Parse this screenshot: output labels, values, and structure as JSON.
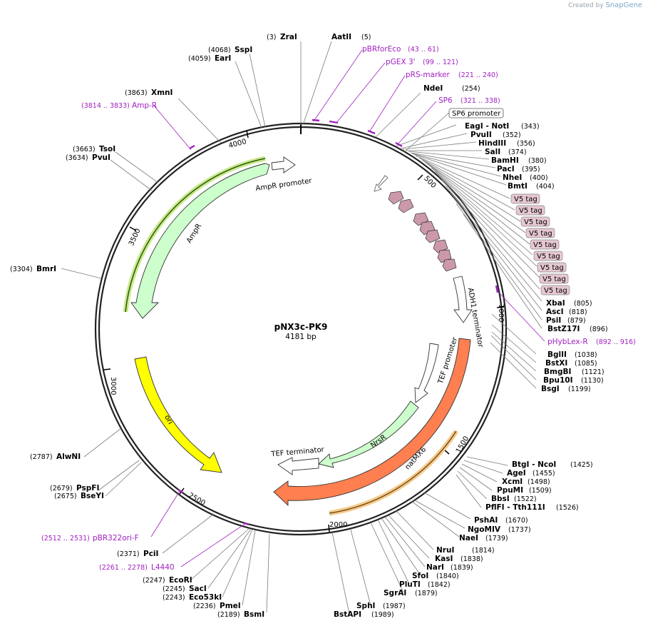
{
  "watermark": {
    "prefix": "Created by",
    "brand": "SnapGene"
  },
  "plasmid": {
    "name": "pNX3c-PK9",
    "length": 4181,
    "length_label": "4181 bp"
  },
  "ticks": [
    "500",
    "1000",
    "1500",
    "2000",
    "2500",
    "3000",
    "3500",
    "4000"
  ],
  "features": [
    {
      "id": "ampr",
      "label": "AmpR",
      "color": "#ccffcc"
    },
    {
      "id": "ampr-promoter",
      "label": "AmpR promoter",
      "color": "#ffffff"
    },
    {
      "id": "ori",
      "label": "ori",
      "color": "#ffff00"
    },
    {
      "id": "natmx6",
      "label": "natMX6",
      "color": "#ff7f50"
    },
    {
      "id": "nrsr",
      "label": "NrsR",
      "color": "#ccffcc"
    },
    {
      "id": "tef-promoter",
      "label": "TEF promoter",
      "color": "#ffffff"
    },
    {
      "id": "tef-terminator",
      "label": "TEF terminator",
      "color": "#ffffff"
    },
    {
      "id": "adh1-terminator",
      "label": "ADH1 terminator",
      "color": "#ffffff"
    },
    {
      "id": "v5-tags",
      "label": "V5 tag",
      "color": "#cc99aa"
    }
  ],
  "enzymes_right": [
    {
      "name": "NdeI",
      "pos": "(254)"
    },
    {
      "name": "EagI  - NotI",
      "pos": "(343)"
    },
    {
      "name": "PvuII",
      "pos": "(352)"
    },
    {
      "name": "HindIII",
      "pos": "(356)"
    },
    {
      "name": "SalI",
      "pos": "(374)"
    },
    {
      "name": "BamHI",
      "pos": "(380)"
    },
    {
      "name": "PacI",
      "pos": "(395)"
    },
    {
      "name": "NheI",
      "pos": "(400)"
    },
    {
      "name": "BmtI",
      "pos": "(404)"
    },
    {
      "name": "XbaI",
      "pos": "(805)"
    },
    {
      "name": "AscI",
      "pos": "(818)"
    },
    {
      "name": "PsiI",
      "pos": "(879)"
    },
    {
      "name": "BstZ17I",
      "pos": "(896)"
    },
    {
      "name": "BglII",
      "pos": "(1038)"
    },
    {
      "name": "BstXI",
      "pos": "(1085)"
    },
    {
      "name": "BmgBI",
      "pos": "(1121)"
    },
    {
      "name": "Bpu10I",
      "pos": "(1130)"
    },
    {
      "name": "BsgI",
      "pos": "(1199)"
    },
    {
      "name": "BtgI  - NcoI",
      "pos": "(1425)"
    },
    {
      "name": "AgeI",
      "pos": "(1455)"
    },
    {
      "name": "XcmI",
      "pos": "(1498)"
    },
    {
      "name": "PpuMI",
      "pos": "(1509)"
    },
    {
      "name": "BbsI",
      "pos": "(1522)"
    },
    {
      "name": "PflFI  - Tth111I",
      "pos": "(1526)"
    },
    {
      "name": "PshAI",
      "pos": "(1670)"
    },
    {
      "name": "NgoMIV",
      "pos": "(1737)"
    },
    {
      "name": "NaeI",
      "pos": "(1739)"
    },
    {
      "name": "NruI",
      "pos": "(1814)"
    },
    {
      "name": "KasI",
      "pos": "(1838)"
    },
    {
      "name": "NarI",
      "pos": "(1839)"
    },
    {
      "name": "SfoI",
      "pos": "(1840)"
    },
    {
      "name": "PluTI",
      "pos": "(1842)"
    },
    {
      "name": "SgrAI",
      "pos": "(1879)"
    },
    {
      "name": "SphI",
      "pos": "(1987)"
    },
    {
      "name": "BstAPI",
      "pos": "(1989)"
    }
  ],
  "enzymes_left": [
    {
      "name": "ZraI",
      "pos": "(3)"
    },
    {
      "name": "SspI",
      "pos": "(4068)"
    },
    {
      "name": "EarI",
      "pos": "(4059)"
    },
    {
      "name": "XmnI",
      "pos": "(3863)"
    },
    {
      "name": "TsoI",
      "pos": "(3663)"
    },
    {
      "name": "PvuI",
      "pos": "(3634)"
    },
    {
      "name": "BmrI",
      "pos": "(3304)"
    },
    {
      "name": "AlwNI",
      "pos": "(2787)"
    },
    {
      "name": "PspFI",
      "pos": "(2679)"
    },
    {
      "name": "BseYI",
      "pos": "(2675)"
    },
    {
      "name": "PciI",
      "pos": "(2371)"
    },
    {
      "name": "EcoRI",
      "pos": "(2247)"
    },
    {
      "name": "SacI",
      "pos": "(2245)"
    },
    {
      "name": "Eco53kI",
      "pos": "(2243)"
    },
    {
      "name": "PmeI",
      "pos": "(2236)"
    },
    {
      "name": "BsmI",
      "pos": "(2189)"
    },
    {
      "name": "AatII",
      "pos": "(5)"
    }
  ],
  "primers": [
    {
      "name": "pBRforEco",
      "pos": "(43 .. 61)"
    },
    {
      "name": "pGEX 3'",
      "pos": "(99 .. 121)"
    },
    {
      "name": "pRS-marker",
      "pos": "(221 .. 240)"
    },
    {
      "name": "SP6",
      "pos": "(321 .. 338)"
    },
    {
      "name": "pHybLex-R",
      "pos": "(892 .. 916)"
    },
    {
      "name": "Amp-R",
      "pos": "(3814 .. 3833)"
    },
    {
      "name": "pBR322ori-F",
      "pos": "(2512 .. 2531)"
    },
    {
      "name": "L4440",
      "pos": "(2261 .. 2278)"
    }
  ],
  "boxed_labels": {
    "sp6_promoter": "SP6 promoter",
    "v5": "V5 tag"
  }
}
